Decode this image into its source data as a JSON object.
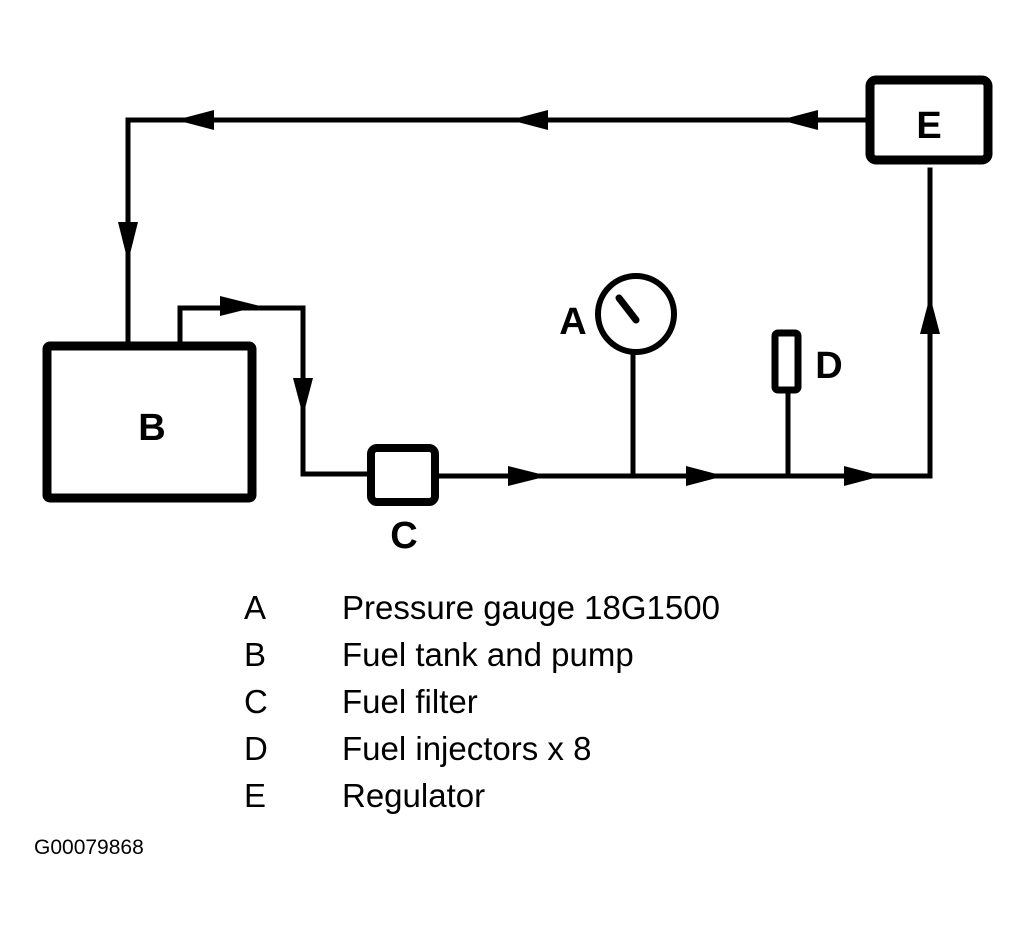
{
  "diagram": {
    "title": "Fuel system pressure test circuit",
    "colors": {
      "line": "#000000",
      "background": "#ffffff"
    },
    "components": [
      {
        "key": "A",
        "type": "pressure-gauge"
      },
      {
        "key": "B",
        "type": "fuel-tank"
      },
      {
        "key": "C",
        "type": "fuel-filter"
      },
      {
        "key": "D",
        "type": "fuel-injector"
      },
      {
        "key": "E",
        "type": "regulator"
      }
    ],
    "flow": [
      "B",
      "C",
      "A",
      "D",
      "E",
      "B"
    ]
  },
  "labels": {
    "a": "A",
    "b": "B",
    "c": "C",
    "d": "D",
    "e": "E"
  },
  "legend": [
    {
      "key": "A",
      "text": "Pressure gauge 18G1500"
    },
    {
      "key": "B",
      "text": "Fuel tank and pump"
    },
    {
      "key": "C",
      "text": "Fuel filter"
    },
    {
      "key": "D",
      "text": "Fuel injectors x 8"
    },
    {
      "key": "E",
      "text": "Regulator"
    }
  ],
  "figure_id": "G00079868"
}
